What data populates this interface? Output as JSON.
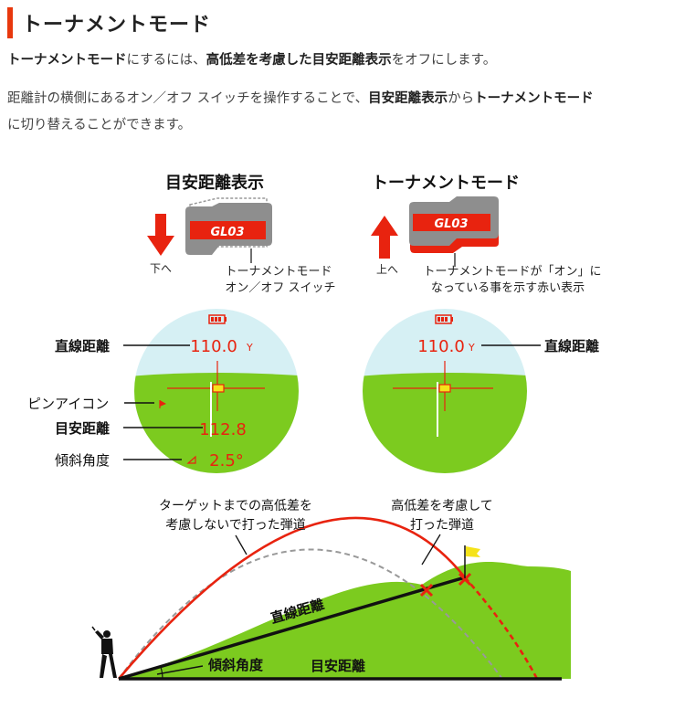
{
  "heading": {
    "title": "トーナメントモード"
  },
  "intro": {
    "p1": [
      "トーナメントモード",
      "にするには、",
      "高低差を考慮した目安距離表示",
      "をオフにします。"
    ],
    "p2_line1": [
      "距離計の横側にあるオン／オフ スイッチを操作することで、",
      "目安距離表示",
      "から",
      "トーナメントモード"
    ],
    "p2_line2": "に切り替えることができます。"
  },
  "devices": {
    "left_title": "目安距離表示",
    "right_title": "トーナメントモード",
    "screen_text": "GL03",
    "left_arrow_label": "下へ",
    "right_arrow_label": "上へ",
    "left_caption": [
      "トーナメントモード",
      "オン／オフ スイッチ"
    ],
    "right_caption": [
      "トーナメントモードが「オン」に",
      "なっている事を示す赤い表示"
    ]
  },
  "viewfinder_left": {
    "distance": "110.0",
    "unit": "Y",
    "target_distance": "112.8",
    "angle": "2.5°",
    "labels": {
      "straight": "直線距離",
      "pin": "ピンアイコン",
      "target": "目安距離",
      "incline": "傾斜角度"
    }
  },
  "viewfinder_right": {
    "distance": "110.0",
    "unit": "Y",
    "labels": {
      "straight": "直線距離"
    }
  },
  "trajectory": {
    "caption_gray": [
      "ターゲットまでの高低差を",
      "考慮しないで打った弾道"
    ],
    "caption_red": [
      "高低差を考慮して",
      "打った弾道"
    ],
    "line_straight": "直線距離",
    "line_incline": "傾斜角度",
    "line_target": "目安距離"
  },
  "colors": {
    "accent": "#e8380d",
    "red": "#e8230f",
    "green": "#7ccb1f",
    "sky": "#d6f0f4",
    "yellow": "#f5e31a"
  }
}
